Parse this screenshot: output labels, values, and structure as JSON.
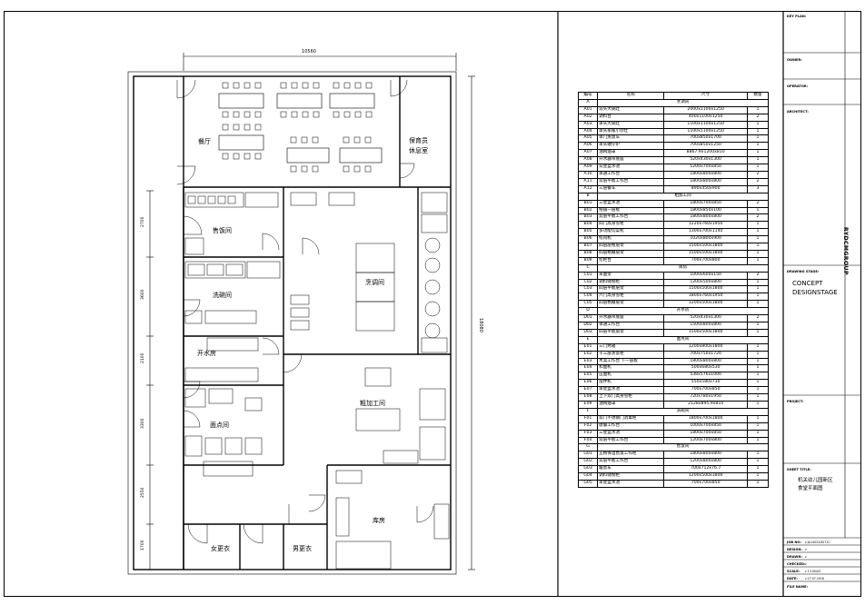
{
  "plan": {
    "dimensions": {
      "top": "10560",
      "right": "18080",
      "left_1": "2700",
      "left_2": "3600",
      "left_3": "2100",
      "left_4": "3300",
      "left_5": "2550",
      "left_6": "1700"
    },
    "rooms": {
      "dining_hall": "餐厅",
      "staff_rest_1": "保育员",
      "staff_rest_2": "休息室",
      "serving": "售饭间",
      "washing": "洗碗间",
      "hot_water": "开水房",
      "pastry": "面点间",
      "hot_kitchen": "烹调间",
      "rough_processing": "粗加工间",
      "storage": "库房",
      "female_changing": "女更衣",
      "male_changing": "男更衣"
    }
  },
  "equipment_table": {
    "headers": [
      "编号",
      "名称",
      "尺寸",
      "数量"
    ],
    "sections": [
      {
        "code": "A",
        "title": "烹调间",
        "rows": [
          [
            "A01",
            "双头大锅灶",
            "2000x1100x1250",
            "1"
          ],
          [
            "A02",
            "调料台",
            "400x1100x1250",
            "2"
          ],
          [
            "A03",
            "单头大锅灶",
            "1100x1100x1250",
            "1"
          ],
          [
            "A04",
            "单头单尾小炒灶",
            "1100x1100x1250",
            "1"
          ],
          [
            "A05",
            "单门蒸饭车",
            "700x850x1700",
            "1"
          ],
          [
            "A06",
            "单头矮仔炉",
            "700x850x1250",
            "1"
          ],
          [
            "A07",
            "油网烟罩",
            "8867.9x1200x810",
            "1"
          ],
          [
            "A08",
            "开水器带底座",
            "520x430x1300",
            "1"
          ],
          [
            "A09",
            "双星盆水池",
            "1200x700x850",
            "1"
          ],
          [
            "A10",
            "单通工作台",
            "1800x800x800",
            "2"
          ],
          [
            "A11",
            "双层平板工作台",
            "1800x800x800",
            "2"
          ],
          [
            "A12",
            "三层餐车",
            "890x450x900",
            "3"
          ]
        ]
      },
      {
        "code": "B",
        "title": "粗加工间",
        "rows": [
          [
            "B01",
            "三星盆水池",
            "1800x700x850",
            "2"
          ],
          [
            "B02",
            "拖铺一层板",
            "1800x850x100",
            "1"
          ],
          [
            "B03",
            "双层平板工作台",
            "1800x800x800",
            "2"
          ],
          [
            "B04",
            "四门高身雪柜",
            "1220x760x1950",
            "1"
          ],
          [
            "B05",
            "多功能切菜机",
            "1300x700x1140",
            "1"
          ],
          [
            "B06",
            "绞肉机",
            "1020x800x900",
            "1"
          ],
          [
            "B07",
            "四层层格层架",
            "1500x500x1800",
            "1"
          ],
          [
            "B08",
            "四层格栅层架",
            "1500x500x1800",
            "1"
          ],
          [
            "B09",
            "挖柜台",
            "700x700x800",
            "1"
          ]
        ]
      },
      {
        "code": "C",
        "title": "库房",
        "rows": [
          [
            "C01",
            "米面架",
            "1000x600x150",
            "2"
          ],
          [
            "C02",
            "调料储物柜",
            "1200x500x800",
            "1"
          ],
          [
            "C03",
            "四层平板层架",
            "1500x500x1800",
            "1"
          ],
          [
            "C04",
            "六门高身雪柜",
            "1800x760x1950",
            "1"
          ],
          [
            "C05",
            "四层格栅层架",
            "1200x500x1800",
            "1"
          ]
        ]
      },
      {
        "code": "D",
        "title": "开水房",
        "rows": [
          [
            "D01",
            "开水器带底座",
            "520x430x1300",
            "2"
          ],
          [
            "D02",
            "单通工作台",
            "1500x800x800",
            "1"
          ],
          [
            "D03",
            "四层平板层架",
            "1500x500x1800",
            "1"
          ]
        ]
      },
      {
        "code": "E",
        "title": "面点间",
        "rows": [
          [
            "E01",
            "三门烤箱",
            "1200x800x1800",
            "1"
          ],
          [
            "E02",
            "十三层蒸饭柜",
            "700x750x1720",
            "1"
          ],
          [
            "E03",
            "木案工作台 下一层板",
            "1800x800x800",
            "1"
          ],
          [
            "E04",
            "和面机",
            "500x680x530",
            "1"
          ],
          [
            "E05",
            "压面机",
            "538x576x1000",
            "1"
          ],
          [
            "E06",
            "搅拌机",
            "550x580x730",
            "1"
          ],
          [
            "E07",
            "单星盆水池",
            "700x700x850",
            "1"
          ],
          [
            "E08",
            "上下双门高身雪柜",
            "720x780x1950",
            "1"
          ],
          [
            "E09",
            "油网烟罩",
            "2128x895.9x810",
            "1"
          ]
        ]
      },
      {
        "code": "F",
        "title": "洗碗间",
        "rows": [
          [
            "F01",
            "双门不锈钢门消毒柜",
            "1800x700x1800",
            "1"
          ],
          [
            "F02",
            "收餐工作台",
            "1000x700x850",
            "1"
          ],
          [
            "F03",
            "三星盆水池",
            "1800x700x850",
            "1"
          ],
          [
            "F04",
            "双层平板工作台",
            "1200x700x800",
            "1"
          ]
        ]
      },
      {
        "code": "G",
        "title": "售饭间",
        "rows": [
          [
            "G01",
            "五格保温售饭工作柜",
            "1800x800x800",
            "1"
          ],
          [
            "G02",
            "双层平板工作台",
            "1200x800x800",
            "1"
          ],
          [
            "G03",
            "暖饭车",
            "700x712x76.7",
            "1"
          ],
          [
            "G04",
            "调料储物柜",
            "1200x500x1800",
            "1"
          ],
          [
            "G05",
            "单星盆水池",
            "700x700x850",
            "1"
          ]
        ]
      }
    ]
  },
  "title_block": {
    "key_plan": "KEY PLAN:",
    "owner": "OWNER:",
    "operator": "OPERATOR:",
    "architect": "ARCHITECT:",
    "logo": "RYDCMGROUP",
    "drawing_stage_label": "DRAWING STAGE:",
    "stage_1": "CONCEPT",
    "stage_2": "DESIGNSTAGE",
    "project_label": "PROJECT:",
    "sheet_title_label": "SHEET TITLE:",
    "sheet_title_1": "机关幼儿园新区",
    "sheet_title_2": "食堂平面图",
    "job_no": "JOB NO:",
    "job_no_val": "z-JA14022/5071C",
    "design": "DESIGN:",
    "design_val": "z",
    "drawn": "DRAWN:",
    "drawn_val": "z",
    "checked": "CHECKED:",
    "checked_val": "z",
    "scale": "SCALE:",
    "scale_val": "z 1:100/A3",
    "date": "DATE:",
    "date_val": "z 27.07.2018",
    "file_name": "FILE NAME:"
  }
}
